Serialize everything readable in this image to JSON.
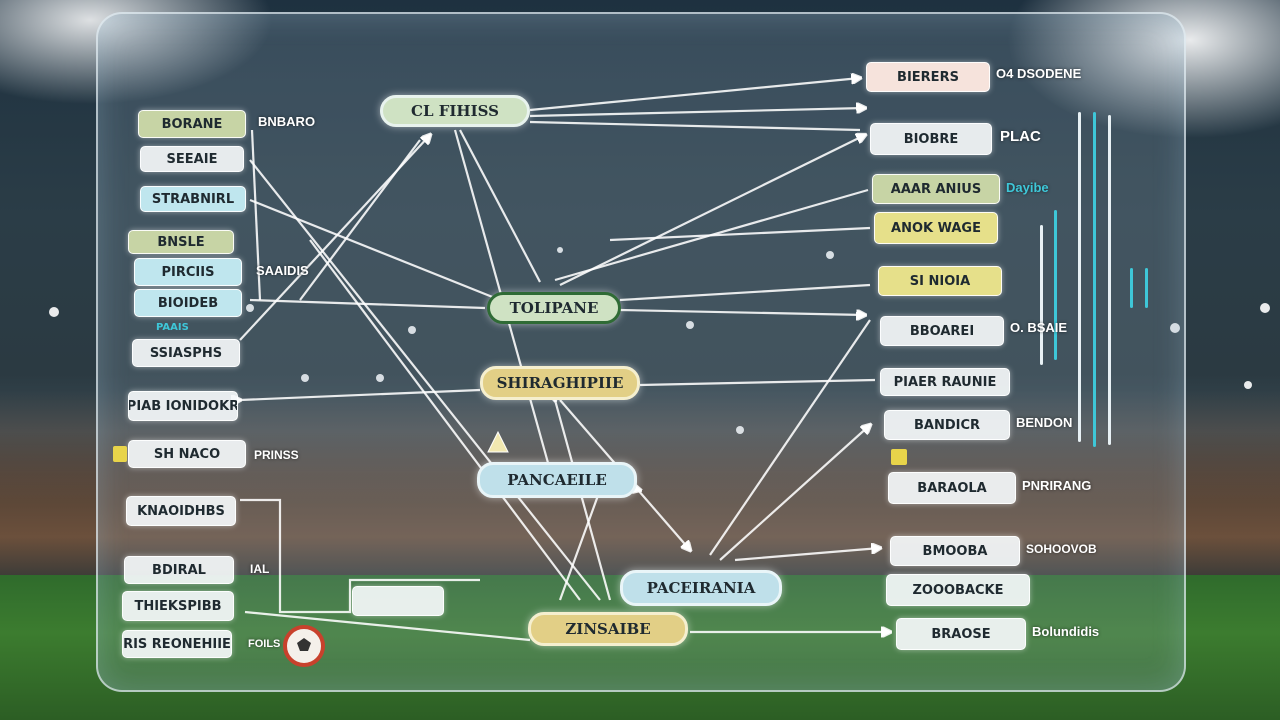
{
  "colors": {
    "board_border": "#e6f0f5",
    "pill_green": "#cfe2c3",
    "pill_yellow": "#e2cf86",
    "pill_cyan": "#bfe0ea",
    "accent_cyan": "#3ec7d8",
    "accent_yellow": "#e8d44a"
  },
  "center": {
    "top": "CL FIHISS",
    "middle": "TOLIPANE",
    "middle_low": "SHIRAGHIPIIE",
    "lower": "PANCAEILE",
    "bottom_right": "PACEIRANIA",
    "bottom": "ZINSAIBE"
  },
  "left": [
    {
      "label": "BORANE",
      "side": "BNBARO"
    },
    {
      "label": "SEEAIE",
      "side": ""
    },
    {
      "label": "STRABNIRL",
      "side": ""
    },
    {
      "label": "BNSLE",
      "side": ""
    },
    {
      "label": "PIRCIIS",
      "side": "SAAIDIS"
    },
    {
      "label": "BIOIDEB",
      "side": ""
    },
    {
      "label": "SSIASPHS",
      "side": ""
    },
    {
      "label": "PIAB IONIDOKR",
      "side": ""
    },
    {
      "label": "SH NACO",
      "side": "PRINSS"
    },
    {
      "label": "KNAOIDHBS",
      "side": ""
    },
    {
      "label": "BDIRAL",
      "side": "IAL"
    },
    {
      "label": "THIEKSPIBB",
      "side": ""
    },
    {
      "label": "RIS REONEHIIE",
      "side": "FOILS"
    }
  ],
  "small_left": {
    "label": "PAAIS"
  },
  "right": [
    {
      "label": "BIERERS",
      "side": "O4 DSODENE"
    },
    {
      "label": "BIOBRE",
      "side": "PLAC"
    },
    {
      "label": "AAAR ANIUS",
      "side": "Dayibe"
    },
    {
      "label": "ANOK WAGE",
      "side": ""
    },
    {
      "label": "SI NIOIA",
      "side": ""
    },
    {
      "label": "BBOAREI",
      "side": "O. BSAIE"
    },
    {
      "label": "PIAER RAUNIE",
      "side": ""
    },
    {
      "label": "BANDICR",
      "side": "BENDON"
    },
    {
      "label": "BARAOLA",
      "side": "PNRIRANG"
    },
    {
      "label": "BMOOBA",
      "side": "SOHOOVOB"
    },
    {
      "label": "ZOOOBACKE",
      "side": ""
    },
    {
      "label": "BRAOSE",
      "side": "Bolundidis"
    }
  ],
  "icons": [
    "soccer-ball-icon",
    "arrowhead-icon",
    "trophy-icon"
  ]
}
